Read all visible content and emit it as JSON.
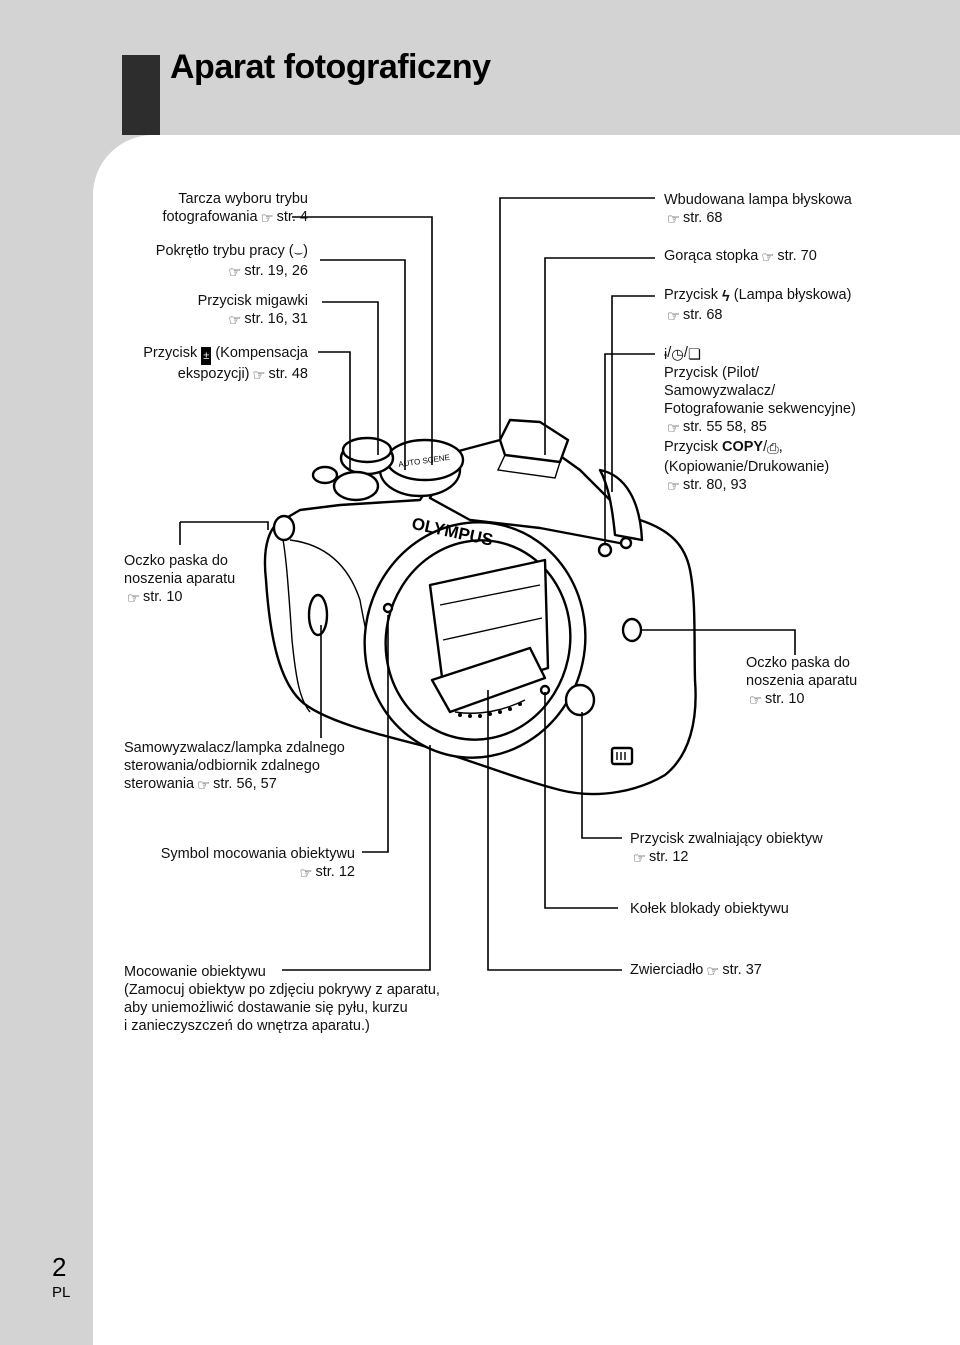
{
  "header": {
    "title": "Aparat fotograficzny"
  },
  "footer": {
    "page_number": "2",
    "language": "PL"
  },
  "brand": "OLYMPUS",
  "labels": {
    "mode_dial": {
      "line1": "Tarcza wyboru trybu",
      "line2": "fotografowania",
      "ref": "str. 4"
    },
    "control_dial": {
      "line1a": "Pokrętło trybu pracy (",
      "line1b": ")",
      "ref": "str. 19, 26"
    },
    "shutter": {
      "line1": "Przycisk migawki",
      "ref": "str. 16, 31"
    },
    "exposure": {
      "line1a": "Przycisk",
      "line1b": "(Kompensacja",
      "line2": "ekspozycji)",
      "ref": "str. 48"
    },
    "flash": {
      "line1": "Wbudowana lampa błyskowa",
      "ref": "str. 68"
    },
    "hotshoe": {
      "line1": "Gorąca stopka",
      "ref": "str. 70"
    },
    "flash_button": {
      "line1a": "Przycisk",
      "line1b": "(Lampa błyskowa)",
      "ref": "str. 68"
    },
    "drive": {
      "line2": "Przycisk (Pilot/",
      "line3": "Samowyzwalacz/",
      "line4": "Fotografowanie sekwencyjne)",
      "ref1": "str. 55 58, 85",
      "line6a": "Przycisk",
      "line6b": "COPY",
      "line7": "(Kopiowanie/Drukowanie)",
      "ref2": "str. 80, 93"
    },
    "strap_left": {
      "line1": "Oczko paska do",
      "line2": "noszenia aparatu",
      "ref": "str. 10"
    },
    "strap_right": {
      "line1": "Oczko paska do",
      "line2": "noszenia aparatu",
      "ref": "str. 10"
    },
    "self_timer": {
      "line1": "Samowyzwalacz/lampka zdalnego",
      "line2": "sterowania/odbiornik zdalnego",
      "line3": "sterowania",
      "ref": "str. 56, 57"
    },
    "mount_mark": {
      "line1": "Symbol mocowania obiektywu",
      "ref": "str. 12"
    },
    "lens_release": {
      "line1": "Przycisk zwalniający obiektyw",
      "ref": "str. 12"
    },
    "lock_pin": {
      "line1": "Kołek blokady obiektywu"
    },
    "lens_mount": {
      "line1": "Mocowanie obiektywu",
      "line2": "(Zamocuj obiektyw po zdjęciu pokrywy z aparatu,",
      "line3": "aby uniemożliwić dostawanie się pyłu, kurzu",
      "line4": "i zanieczyszczeń do wnętrza aparatu.)"
    },
    "mirror": {
      "line1": "Zwierciadło",
      "ref": "str. 37"
    }
  },
  "icons": [
    "reference-hand-icon",
    "drive-mode-icon",
    "exposure-compensation-icon",
    "flash-icon",
    "remote-icon",
    "self-timer-icon",
    "sequential-icon",
    "print-icon"
  ]
}
